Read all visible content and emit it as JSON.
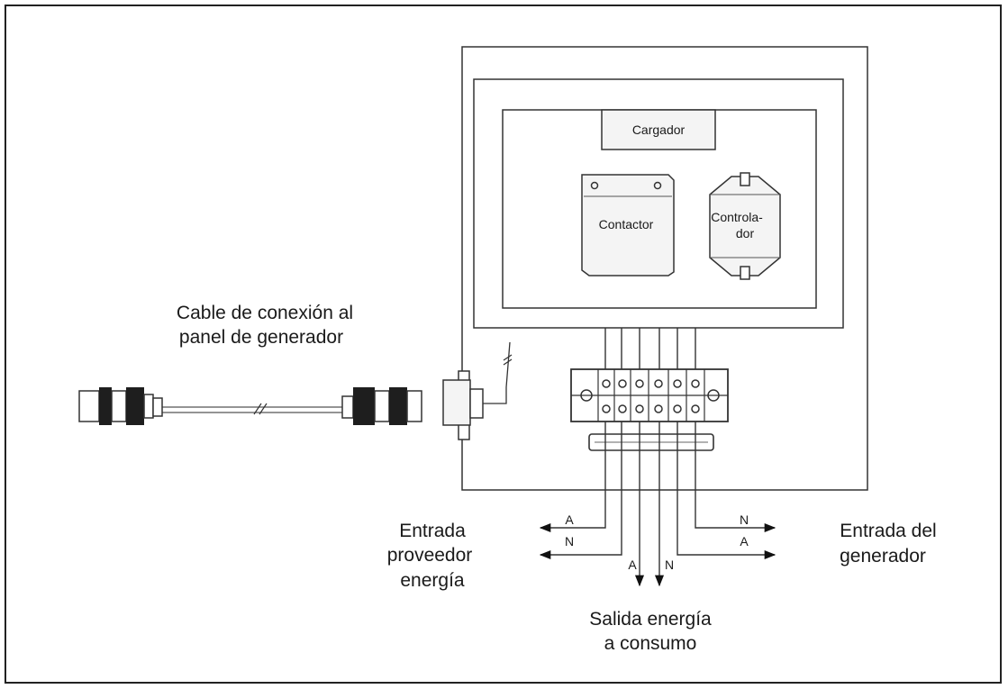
{
  "labels": {
    "cargador": "Cargador",
    "contactor": "Contactor",
    "controlador_line1": "Controla-",
    "controlador_line2": "dor",
    "cable_line1": "Cable de conexión al",
    "cable_line2": "panel de generador",
    "entrada_proveedor_line1": "Entrada",
    "entrada_proveedor_line2": "proveedor",
    "entrada_proveedor_line3": "energía",
    "entrada_generador_line1": "Entrada del",
    "entrada_generador_line2": "generador",
    "salida_line1": "Salida energía",
    "salida_line2": "a consumo",
    "left_A": "A",
    "left_N": "N",
    "right_N": "N",
    "right_A": "A",
    "bottom_A": "A",
    "bottom_N": "N"
  }
}
